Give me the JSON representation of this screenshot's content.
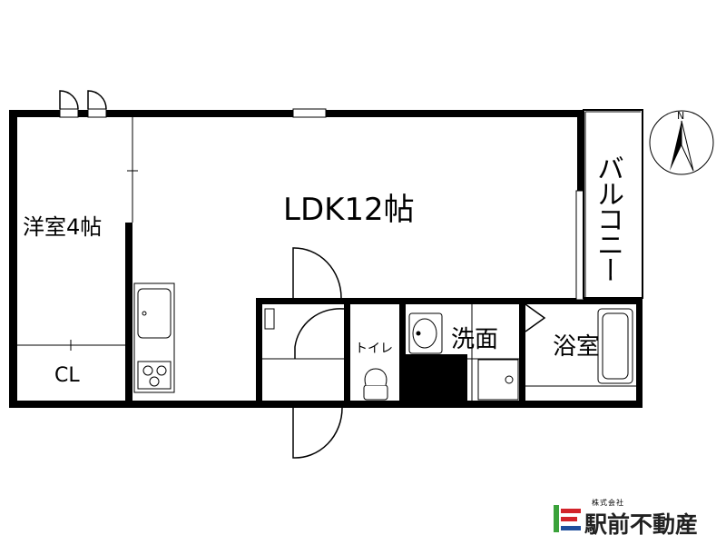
{
  "plan": {
    "rooms": {
      "ldk": "LDK12帖",
      "western": "洋室4帖",
      "closet": "CL",
      "toilet": "トイレ",
      "washroom": "洗面",
      "bath": "浴室",
      "balcony": "バルコニー"
    },
    "compass": {
      "north_label": "N"
    }
  },
  "company": {
    "prefix": "株式会社",
    "name": "駅前不動産",
    "colors": {
      "green": "#3aa23a",
      "red": "#d2232a",
      "blue": "#1f4e9c"
    }
  }
}
